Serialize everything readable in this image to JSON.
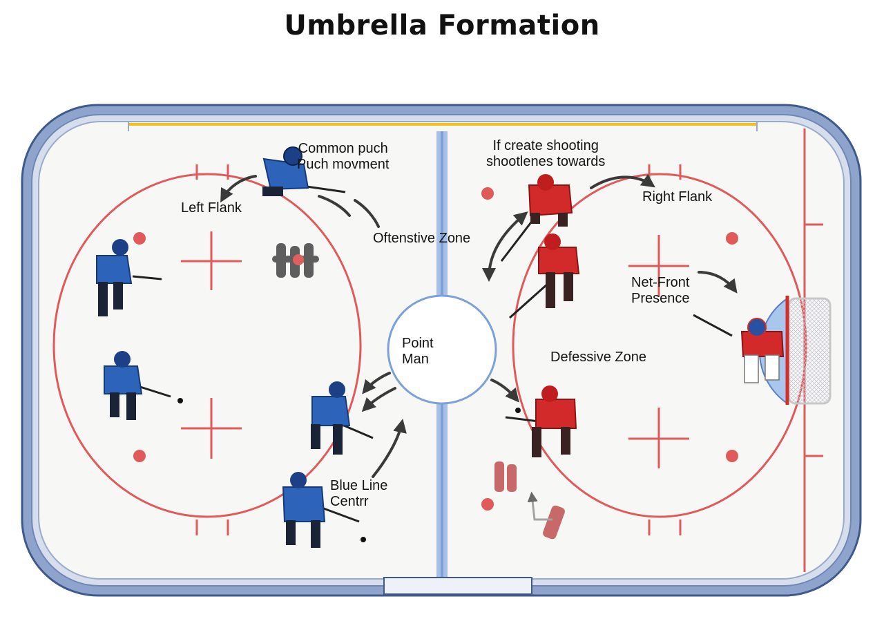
{
  "title": "Umbrella Formation",
  "labels": {
    "common_puck": "Common puch\nPuch movment",
    "left_flank": "Left Flank",
    "offensive_zone": "Oftenstive Zone",
    "shooting_lanes": "If create shooting\nshootlenes towards",
    "right_flank": "Right Flank",
    "net_front": "Net-Front\nPresence",
    "point_man": "Point\nMan",
    "defensive_zone": "Defessive Zone",
    "blue_line_center": "Blue Line\nCentrr"
  },
  "teams": {
    "blue": {
      "color": "#2d63b8",
      "dark": "#1b2436",
      "count": 5
    },
    "red": {
      "color": "#d22a2a",
      "dark": "#3a2222",
      "count": 4,
      "goalie": 1
    }
  },
  "colors": {
    "ice": "#f7f7f5",
    "board": "#8fa4cc",
    "board_dark": "#3f5a8a",
    "red_line": "#e05a5a",
    "blue_line": "#7da0d8",
    "crease": "#a9c6ec",
    "glass_yellow": "#f0c419"
  }
}
